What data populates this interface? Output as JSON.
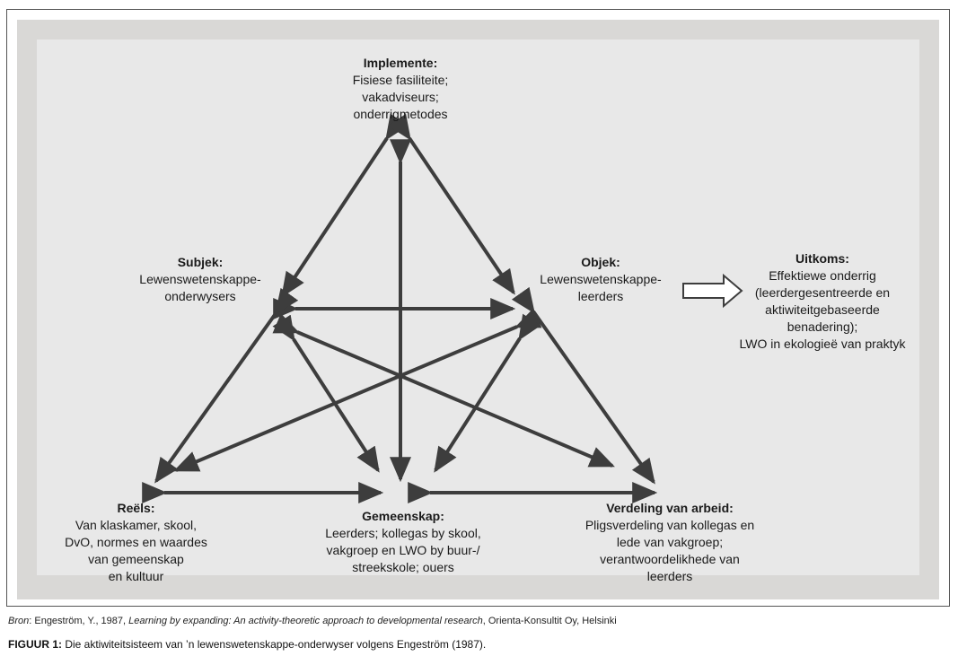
{
  "nodes": {
    "implemente": {
      "title": "Implemente:",
      "desc": "Fisiese fasiliteite;\nvakadviseurs;\nonderrigmetodes"
    },
    "subjek": {
      "title": "Subjek:",
      "desc": "Lewenswetenskappe-\nonderwysers"
    },
    "objek": {
      "title": "Objek:",
      "desc": "Lewenswetenskappe-\nleerders"
    },
    "uitkoms": {
      "title": "Uitkoms:",
      "desc": "Effektiewe onderrig\n(leerdergesentreerde en\naktiwiteitgebaseerde\nbenadering);\nLWO in ekologieë van praktyk"
    },
    "reels": {
      "title": "Reëls:",
      "desc": "Van klaskamer, skool,\nDvO, normes en waardes\nvan gemeenskap\nen kultuur"
    },
    "gemeenskap": {
      "title": "Gemeenskap:",
      "desc": "Leerders; kollegas by skool,\nvakgroep en LWO by buur-/\nstreekskole; ouers"
    },
    "verdeling": {
      "title": "Verdeling van arbeid:",
      "desc": "Pligsverdeling van kollegas en\nlede van vakgroep;\nverantwoordelikhede van\nleerders"
    }
  },
  "source": {
    "prefix": "Bron",
    "citation": ": Engeström, Y., 1987, ",
    "book": "Learning by expanding: An activity-theoretic approach to developmental research",
    "publisher": ", Orienta-Konsultit Oy, Helsinki"
  },
  "caption": {
    "label": "FIGUUR 1:",
    "text": " Die aktiwiteitsisteem van ’n lewenswetenskappe-onderwyser volgens Engeström (1987)."
  },
  "colors": {
    "arrow": "#3d3d3d",
    "panel": "#e8e8e8",
    "outer": "#d9d8d6"
  }
}
